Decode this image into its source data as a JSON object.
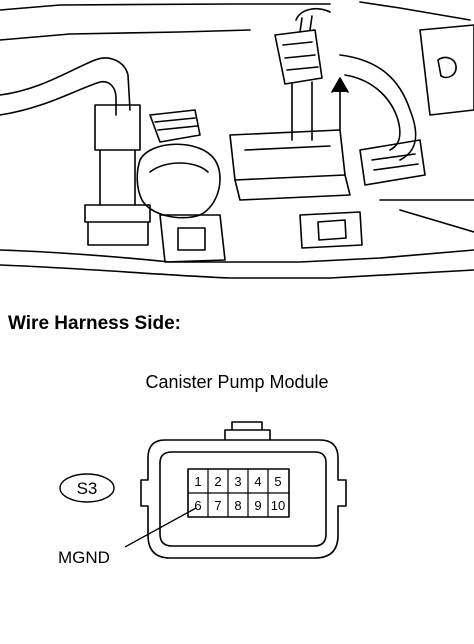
{
  "heading": "Wire Harness Side:",
  "component": "Canister Pump Module",
  "connector_code": "S3",
  "ground_label": "MGND",
  "pins_top": [
    "1",
    "2",
    "3",
    "4",
    "5"
  ],
  "pins_bottom": [
    "6",
    "7",
    "8",
    "9",
    "10"
  ]
}
